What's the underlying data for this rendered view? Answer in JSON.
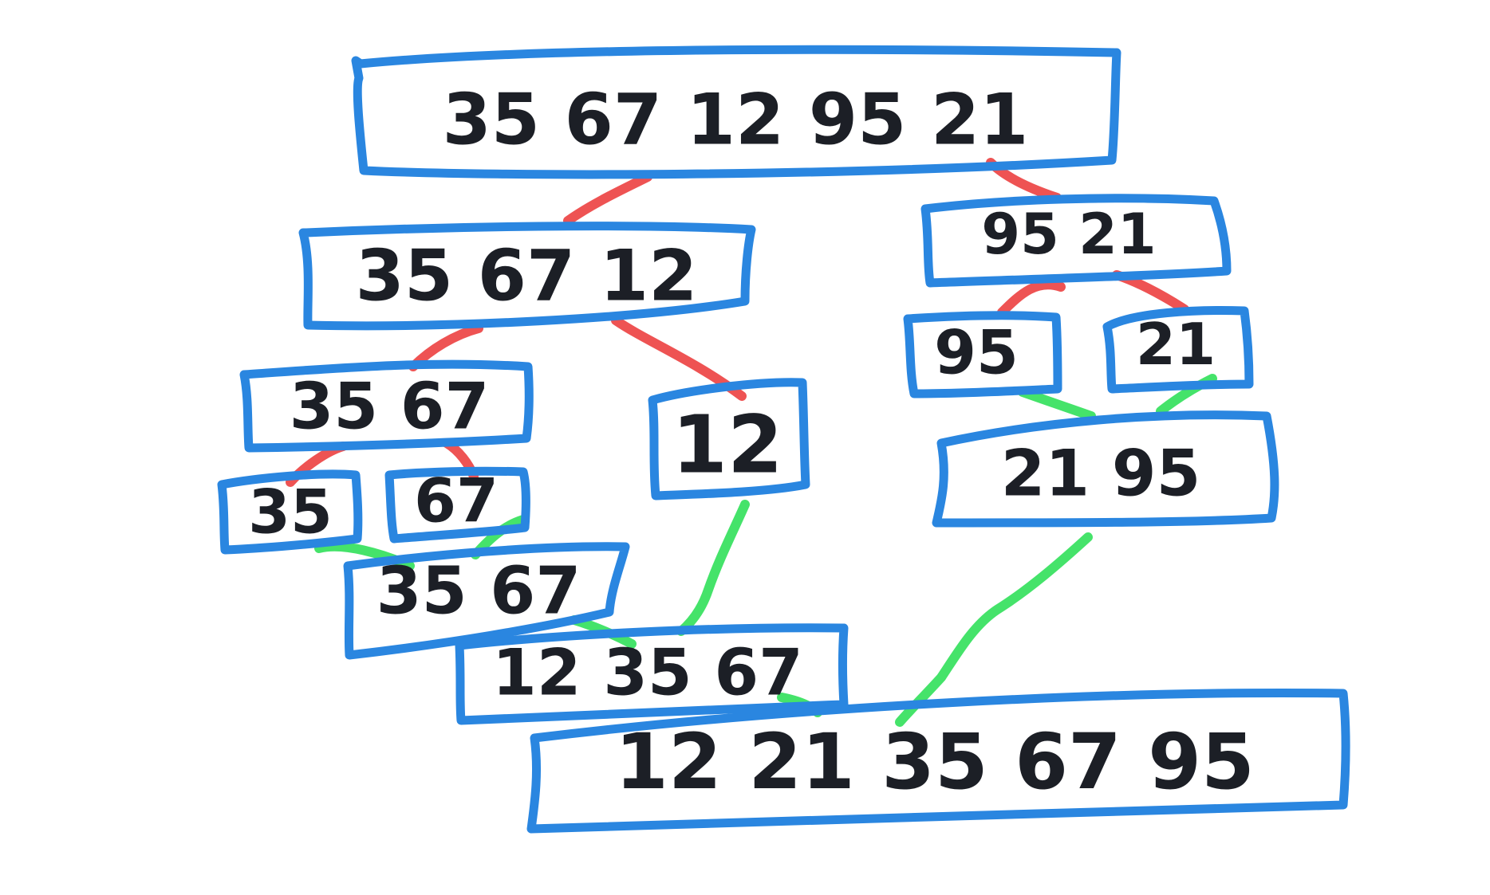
{
  "colors": {
    "box_border": "#2a86e0",
    "split_edge": "#ee5353",
    "merge_edge": "#45e36a",
    "text": "#1c1f26",
    "background": "#ffffff"
  },
  "nodes": {
    "root": "35 67 12 95 21",
    "left_half": "35 67 12",
    "right_half": "95 21",
    "left_pair": "35 67",
    "single_12": "12",
    "single_35": "35",
    "single_67": "67",
    "single_95": "95",
    "single_21": "21",
    "merged_35_67": "35 67",
    "merged_12_35_67": "12 35 67",
    "merged_21_95": "21 95",
    "final_sorted": "12 21 35 67 95"
  },
  "edges": [
    {
      "from": "root",
      "to": "left_half",
      "kind": "split"
    },
    {
      "from": "root",
      "to": "right_half",
      "kind": "split"
    },
    {
      "from": "left_half",
      "to": "left_pair",
      "kind": "split"
    },
    {
      "from": "left_half",
      "to": "single_12",
      "kind": "split"
    },
    {
      "from": "left_pair",
      "to": "single_35",
      "kind": "split"
    },
    {
      "from": "left_pair",
      "to": "single_67",
      "kind": "split"
    },
    {
      "from": "right_half",
      "to": "single_95",
      "kind": "split"
    },
    {
      "from": "right_half",
      "to": "single_21",
      "kind": "split"
    },
    {
      "from": "single_35",
      "to": "merged_35_67",
      "kind": "merge"
    },
    {
      "from": "single_67",
      "to": "merged_35_67",
      "kind": "merge"
    },
    {
      "from": "merged_35_67",
      "to": "merged_12_35_67",
      "kind": "merge"
    },
    {
      "from": "single_12",
      "to": "merged_12_35_67",
      "kind": "merge"
    },
    {
      "from": "single_95",
      "to": "merged_21_95",
      "kind": "merge"
    },
    {
      "from": "single_21",
      "to": "merged_21_95",
      "kind": "merge"
    },
    {
      "from": "merged_12_35_67",
      "to": "final_sorted",
      "kind": "merge"
    },
    {
      "from": "merged_21_95",
      "to": "final_sorted",
      "kind": "merge"
    }
  ]
}
